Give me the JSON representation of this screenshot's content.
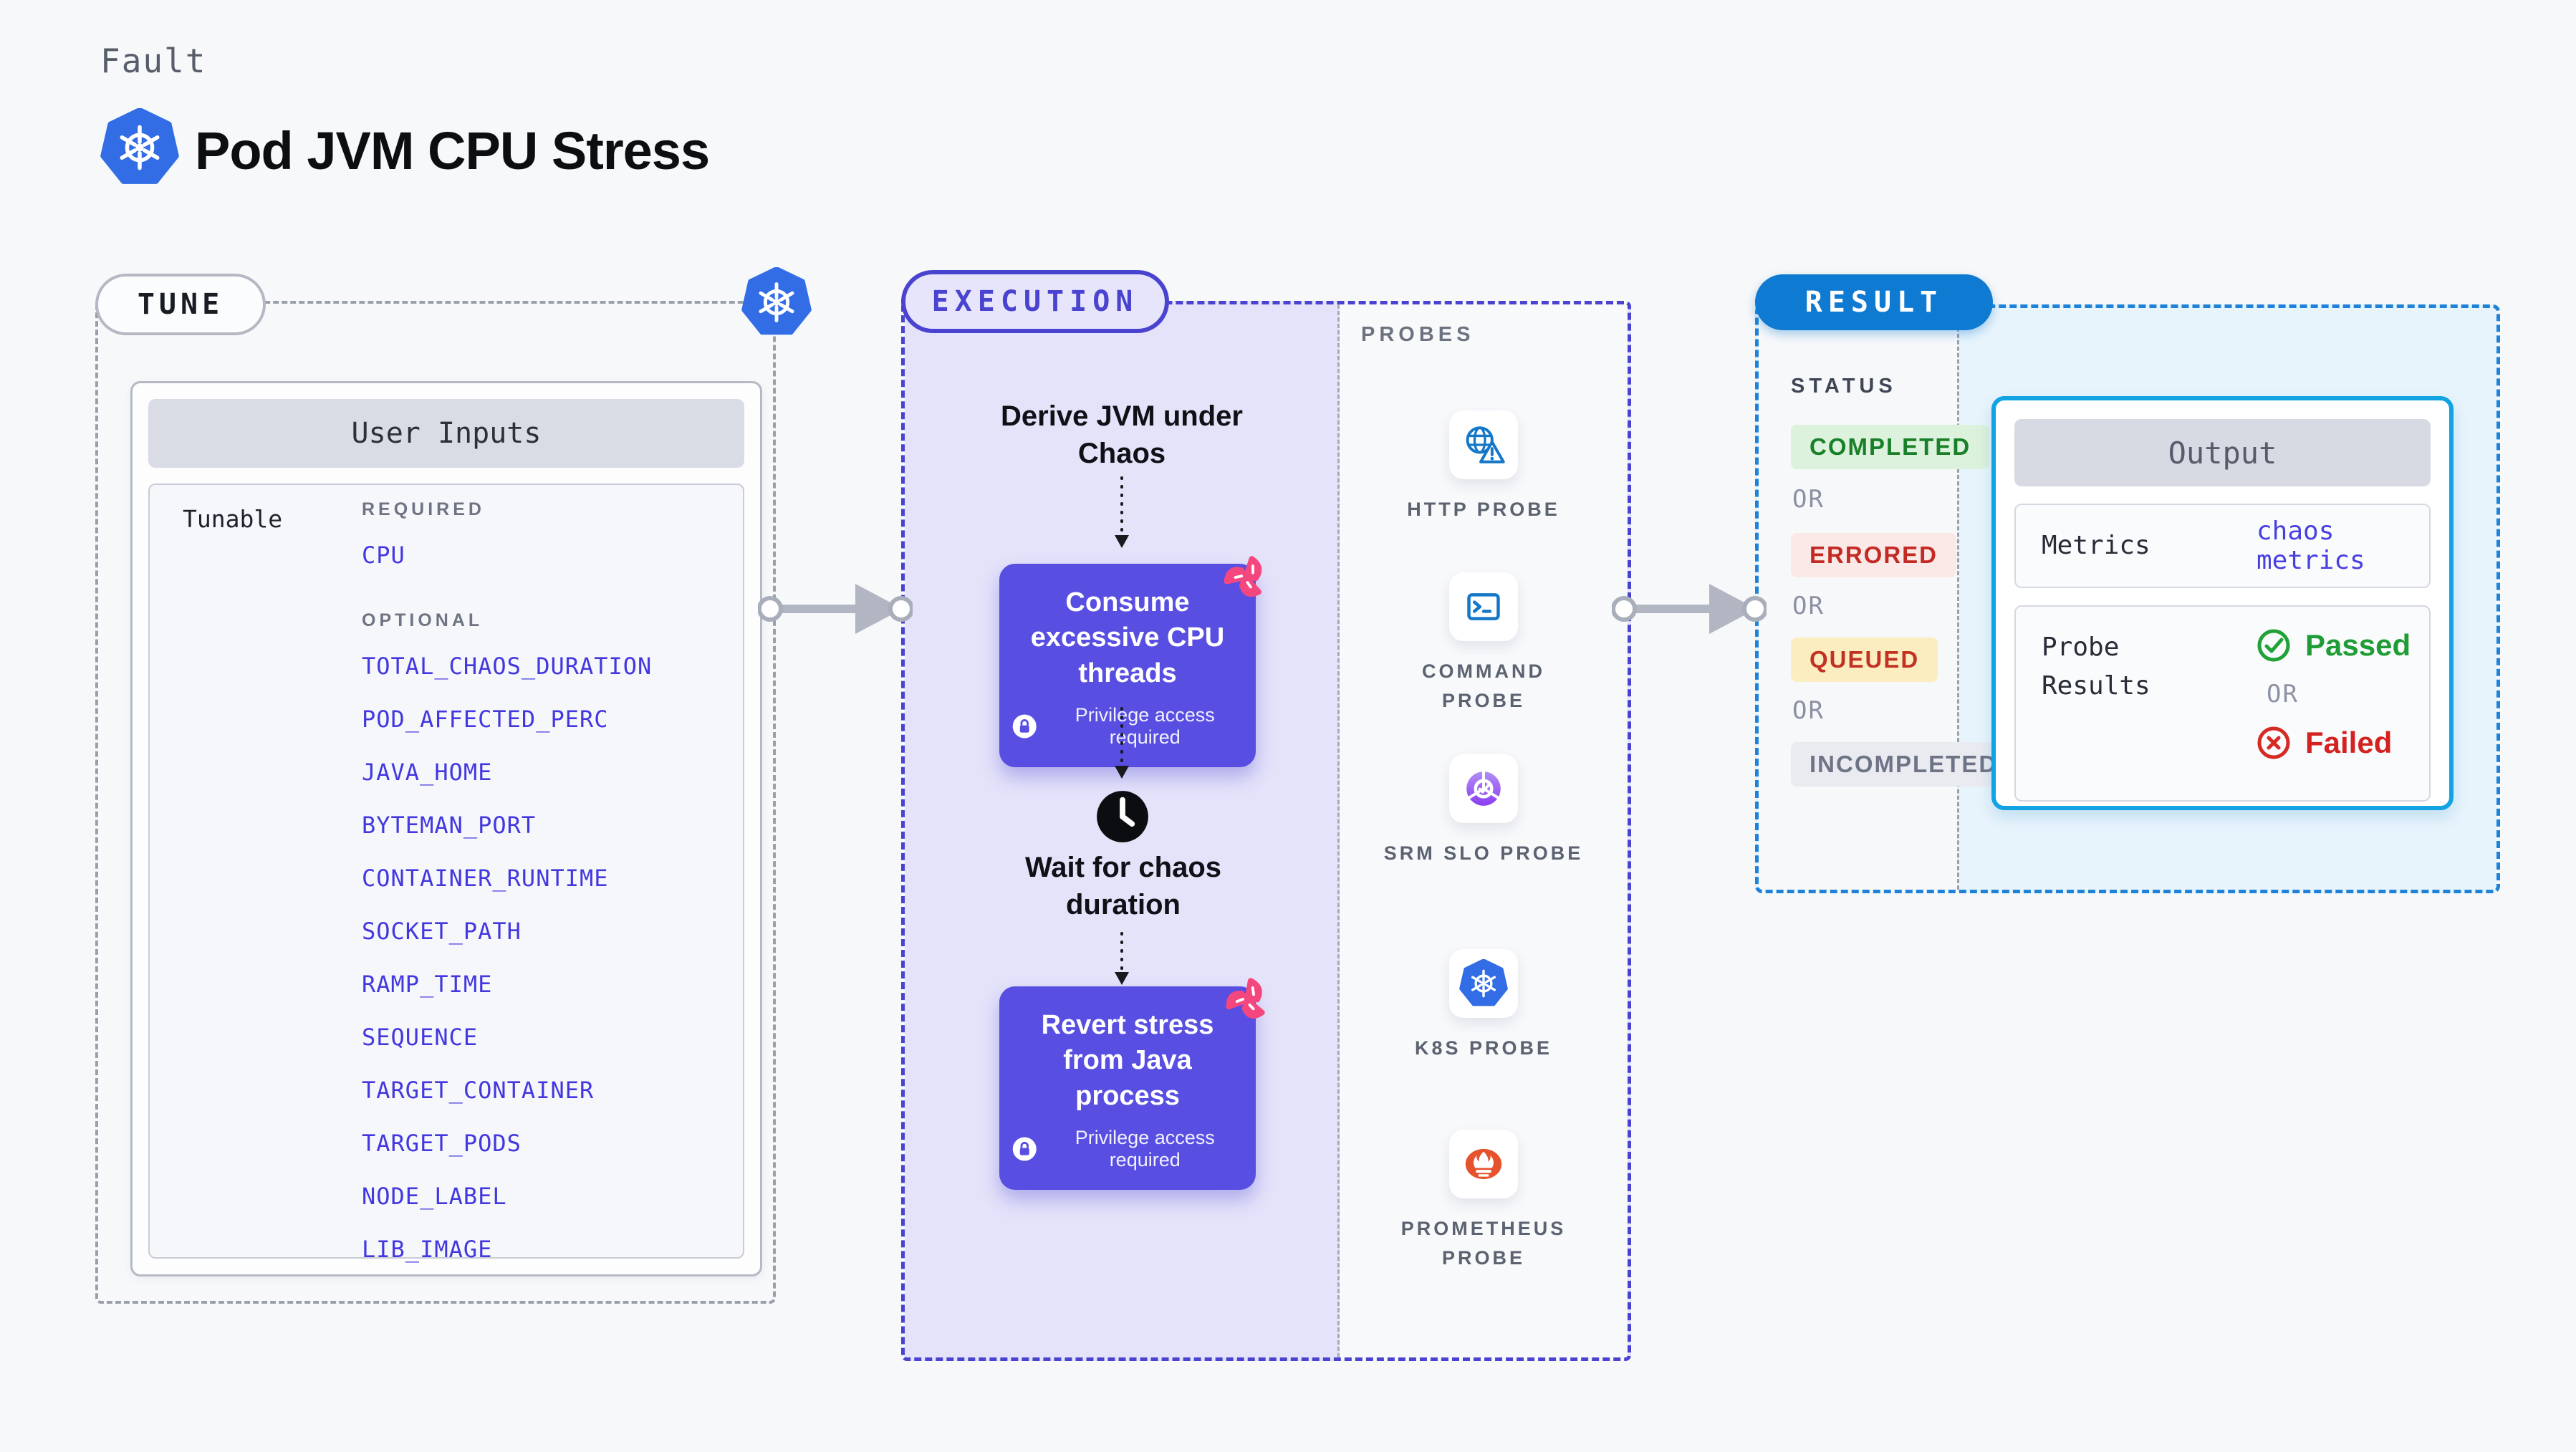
{
  "header": {
    "kicker": "Fault",
    "title": "Pod JVM CPU Stress"
  },
  "tune": {
    "label": "TUNE",
    "card_title": "User Inputs",
    "row_label": "Tunable",
    "required_heading": "REQUIRED",
    "required_params": [
      "CPU"
    ],
    "optional_heading": "OPTIONAL",
    "optional_params": [
      "TOTAL_CHAOS_DURATION",
      "POD_AFFECTED_PERC",
      "JAVA_HOME",
      "BYTEMAN_PORT",
      "CONTAINER_RUNTIME",
      "SOCKET_PATH",
      "RAMP_TIME",
      "SEQUENCE",
      "TARGET_CONTAINER",
      "TARGET_PODS",
      "NODE_LABEL",
      "LIB_IMAGE"
    ]
  },
  "execution": {
    "label": "EXECUTION",
    "step1_title": "Derive JVM under Chaos",
    "box1_title": "Consume excessive CPU threads",
    "wait_title": "Wait for chaos duration",
    "box2_title": "Revert stress from Java process",
    "privilege_note": "Privilege access required"
  },
  "probes": {
    "heading": "PROBES",
    "items": [
      {
        "label": "HTTP PROBE",
        "icon": "http-probe-icon"
      },
      {
        "label": "COMMAND PROBE",
        "icon": "command-probe-icon"
      },
      {
        "label": "SRM SLO PROBE",
        "icon": "srm-slo-probe-icon"
      },
      {
        "label": "K8S PROBE",
        "icon": "k8s-probe-icon"
      },
      {
        "label": "PROMETHEUS PROBE",
        "icon": "prometheus-probe-icon"
      }
    ]
  },
  "result": {
    "label": "RESULT",
    "status_heading": "STATUS",
    "or_label": "OR",
    "badges": [
      {
        "label": "COMPLETED",
        "kind": "completed"
      },
      {
        "label": "ERRORED",
        "kind": "errored"
      },
      {
        "label": "QUEUED",
        "kind": "queued"
      },
      {
        "label": "INCOMPLETED",
        "kind": "incompleted"
      }
    ],
    "output": {
      "title": "Output",
      "metrics_label": "Metrics",
      "metrics_value": "chaos metrics",
      "probe_results_label": "Probe Results",
      "passed_label": "Passed",
      "failed_label": "Failed"
    }
  },
  "colors": {
    "accent_indigo": "#4a43cf",
    "chaos_card": "#584ee2",
    "result_blue": "#0f7ad2",
    "output_border": "#12a3e2",
    "param_link": "#4338df",
    "passed_green": "#1f9c35",
    "failed_red": "#d32220",
    "k8s_blue": "#326de6",
    "prometheus_orange": "#e6522c",
    "pink_marker": "#f4477e"
  }
}
